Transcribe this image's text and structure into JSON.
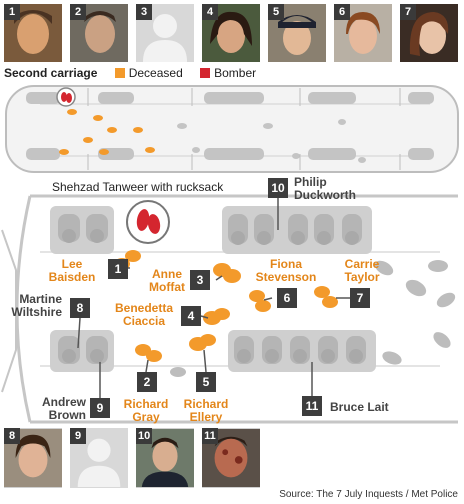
{
  "top_photos": [
    {
      "num": "1"
    },
    {
      "num": "2"
    },
    {
      "num": "3"
    },
    {
      "num": "4"
    },
    {
      "num": "5"
    },
    {
      "num": "6"
    },
    {
      "num": "7"
    }
  ],
  "bottom_photos": [
    {
      "num": "8"
    },
    {
      "num": "9"
    },
    {
      "num": "10"
    },
    {
      "num": "11"
    }
  ],
  "legend": {
    "title": "Second carriage",
    "deceased_label": "Deceased",
    "bomber_label": "Bomber",
    "deceased_color": "#f39a2b",
    "bomber_color": "#d4262f"
  },
  "caption": "Shehzad Tanweer with rucksack",
  "victims": [
    {
      "num": "1",
      "line1": "Lee",
      "line2": "Baisden"
    },
    {
      "num": "2",
      "line1": "Richard",
      "line2": "Gray"
    },
    {
      "num": "3",
      "line1": "Anne",
      "line2": "Moffat"
    },
    {
      "num": "4",
      "line1": "Benedetta",
      "line2": "Ciaccia"
    },
    {
      "num": "5",
      "line1": "Richard",
      "line2": "Ellery"
    },
    {
      "num": "6",
      "line1": "Fiona",
      "line2": "Stevenson"
    },
    {
      "num": "7",
      "line1": "Carrie",
      "line2": "Taylor"
    },
    {
      "num": "8",
      "line1": "Martine",
      "line2": "Wiltshire"
    },
    {
      "num": "9",
      "line1": "Andrew",
      "line2": "Brown"
    },
    {
      "num": "10",
      "line1": "Philip",
      "line2": "Duckworth"
    },
    {
      "num": "11",
      "line1": "Bruce Lait",
      "line2": ""
    }
  ],
  "source": "Source: The 7 July Inquests / Met Police"
}
